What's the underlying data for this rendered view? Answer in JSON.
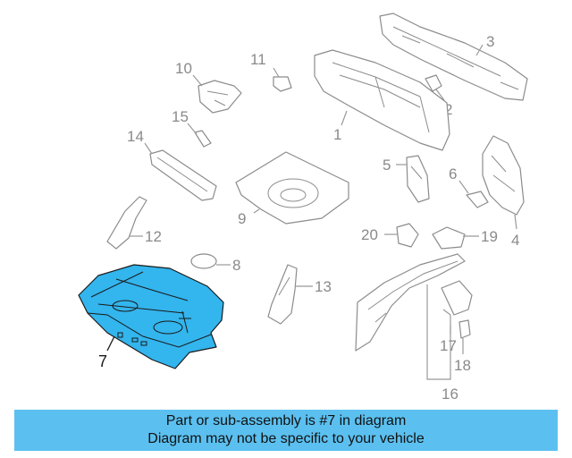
{
  "colors": {
    "highlight": "#33b5ee",
    "banner": "#5bc0f0",
    "outline": "#8c8c8c",
    "text": "#111111"
  },
  "diagram": {
    "highlighted_part": "7",
    "callouts": {
      "c1": "1",
      "c2": "2",
      "c3": "3",
      "c4": "4",
      "c5": "5",
      "c6": "6",
      "c7": "7",
      "c8": "8",
      "c9": "9",
      "c10": "10",
      "c11": "11",
      "c12": "12",
      "c13": "13",
      "c14": "14",
      "c15": "15",
      "c16": "16",
      "c17": "17",
      "c18": "18",
      "c19": "19",
      "c20": "20"
    }
  },
  "banner": {
    "line1": "Part or sub-assembly is #7 in diagram",
    "line2": "Diagram may not be specific to your vehicle"
  }
}
